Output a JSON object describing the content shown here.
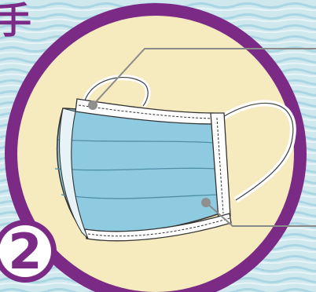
{
  "heading": {
    "char": "手"
  },
  "step_badge": {
    "text": "2"
  },
  "colors": {
    "background_stripe_light": "#cfe8ee",
    "background_stripe_dark": "#9fd0dd",
    "ring_purple": "#7b2a86",
    "inner_cream": "#f5ebbf",
    "mask_blue": "#8fcbe0",
    "mask_blue_dark": "#6fb3cd",
    "mask_edge": "#ffffff",
    "outline": "#333333",
    "callout_line": "#8a8a8a",
    "callout_dot": "#8f8f8f",
    "heading_color": "#7b2a86",
    "badge_fill": "#ffffff"
  },
  "illustration": {
    "subject": "surgical-face-mask"
  }
}
